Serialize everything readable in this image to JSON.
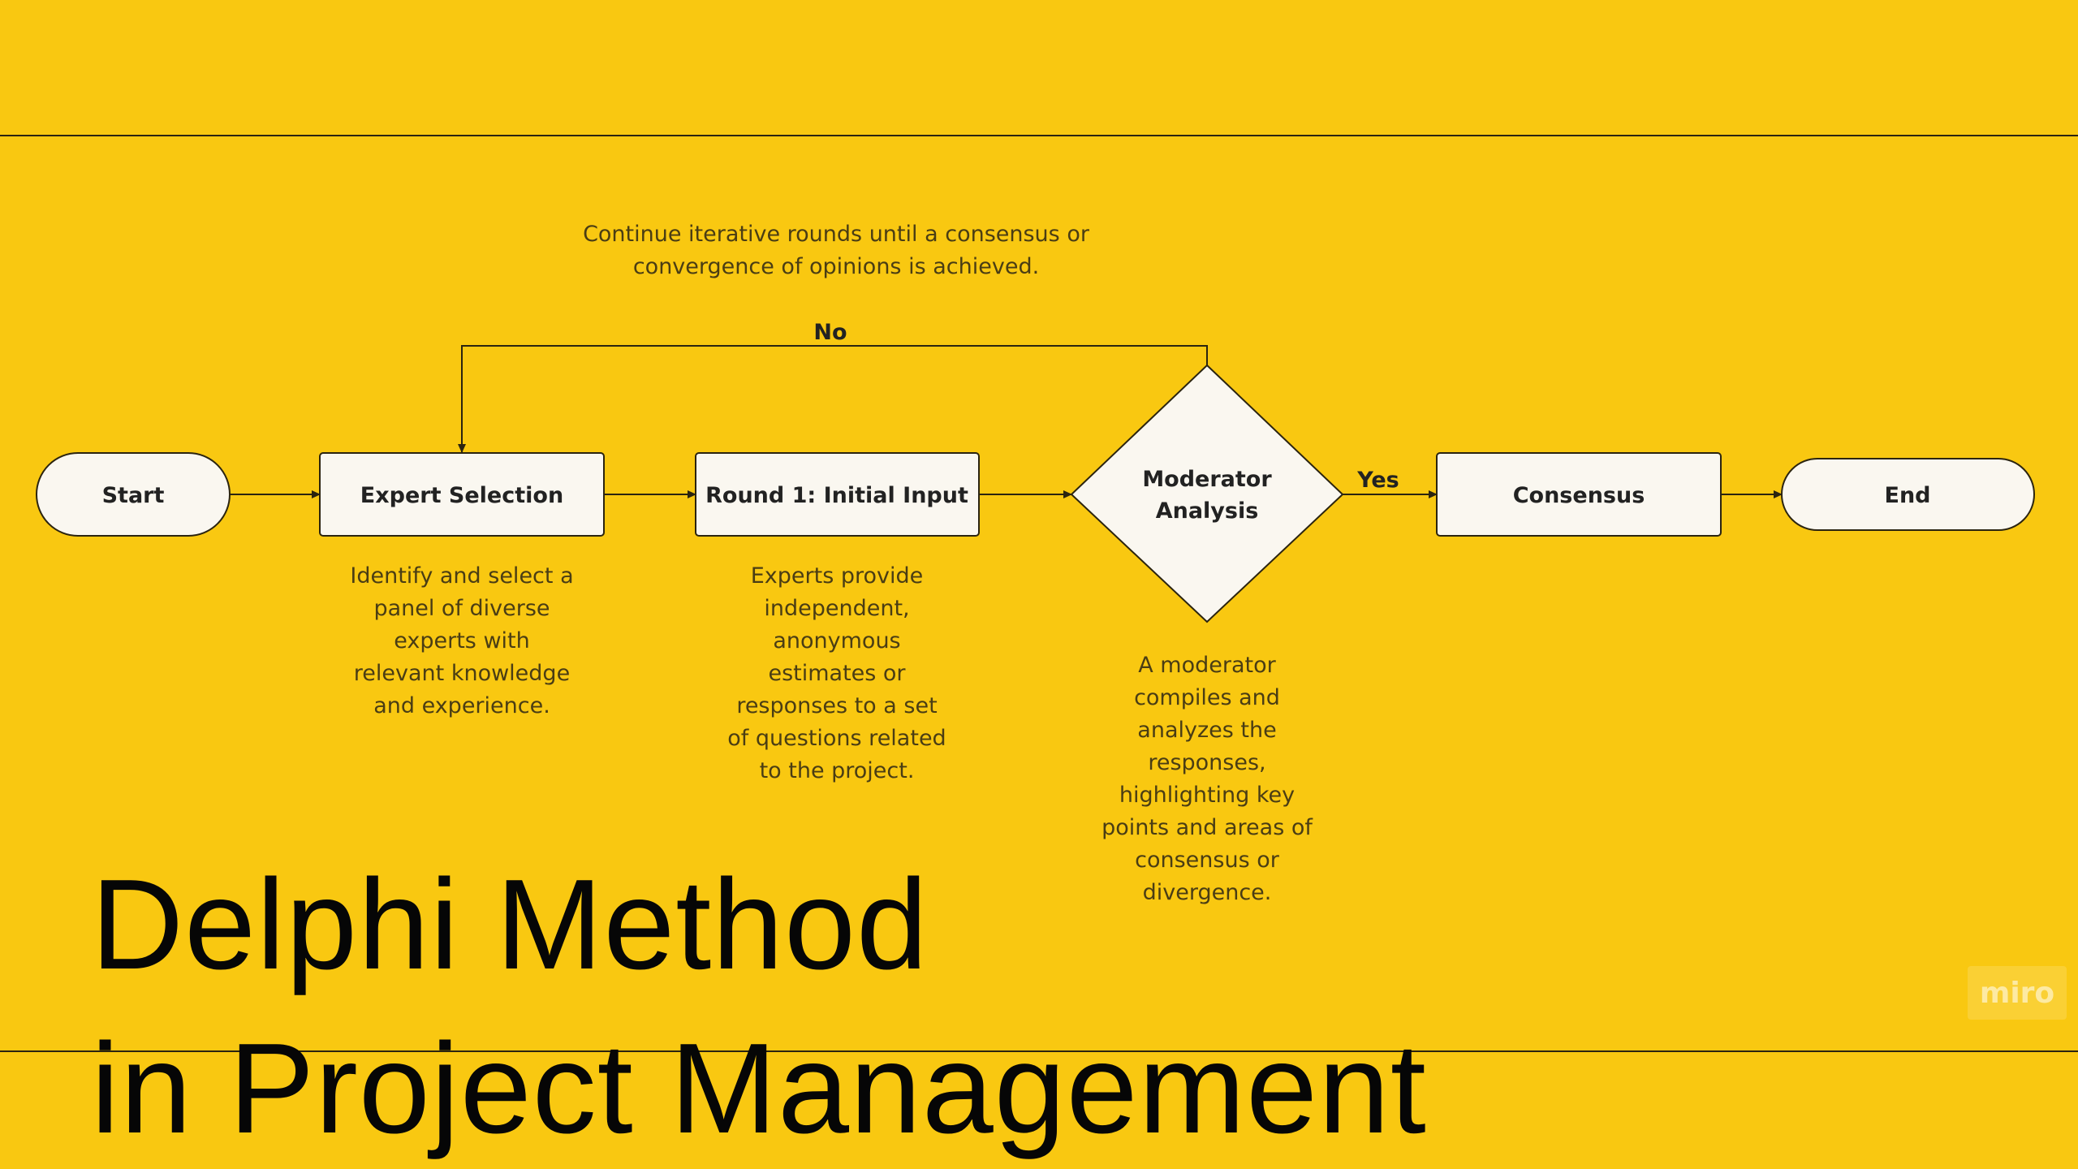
{
  "diagram": {
    "nodes": {
      "start": "Start",
      "expert_selection": "Expert Selection",
      "round1": "Round 1: Initial Input",
      "moderator": [
        "Moderator",
        "Analysis"
      ],
      "consensus": "Consensus",
      "end": "End"
    },
    "edges": {
      "no": "No",
      "yes": "Yes"
    },
    "notes": {
      "loop": [
        "Continue iterative rounds until a consensus or",
        "convergence of opinions is achieved."
      ],
      "expert_selection": [
        "Identify and select a",
        "panel of diverse",
        "experts with",
        "relevant knowledge",
        "and experience."
      ],
      "round1": [
        "Experts provide",
        "independent,",
        "anonymous",
        "estimates or",
        "responses to a set",
        "of questions related",
        "to the project."
      ],
      "moderator": [
        "A moderator",
        "compiles and",
        "analyzes the",
        "responses,",
        "highlighting key",
        "points and areas of",
        "consensus or",
        "divergence."
      ]
    }
  },
  "title": {
    "line1": "Delphi Method",
    "line2": "in Project Management"
  },
  "watermark": "miro",
  "colors": {
    "background": "#F9C811",
    "node_fill": "#FAF7F0",
    "stroke": "#2b2410"
  }
}
